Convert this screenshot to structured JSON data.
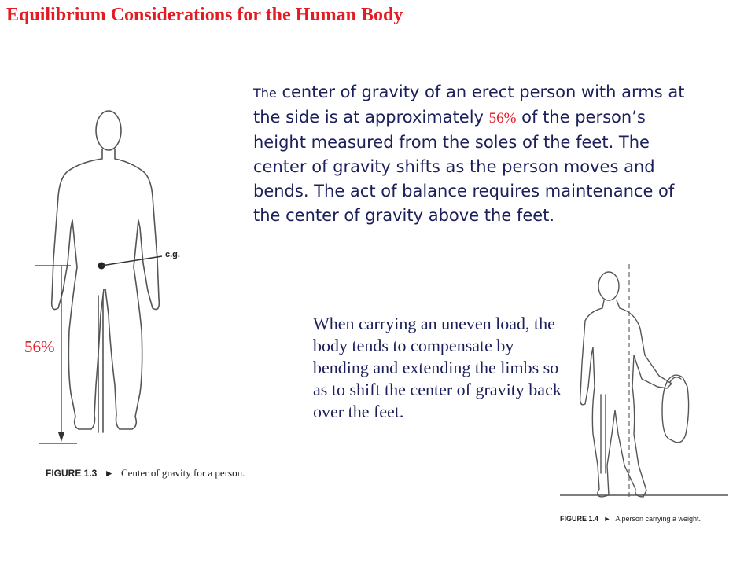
{
  "title": "Equilibrium Considerations for the Human Body",
  "paragraph1": {
    "lead": "The",
    "part1": " center of gravity of an erect person with arms at the side is at approximately ",
    "percent": "56%",
    "part2": " of the person’s height measured from the soles of the feet. The center of gravity shifts as the person moves and bends. The act of balance requires maintenance of the center of gravity above the feet."
  },
  "paragraph2": "When carrying an uneven load, the body tends to compensate by bending and extending the limbs so as to shift the center of gravity back over the feet.",
  "figure1": {
    "percent_label": "56%",
    "cg_label": "c.g.",
    "caption_number": "FIGURE 1.3",
    "caption_text": "Center of gravity for a person."
  },
  "figure2": {
    "caption_number": "FIGURE 1.4",
    "caption_text": "A person carrying a weight."
  },
  "colors": {
    "title": "#e31b23",
    "body_text": "#1b1f5a",
    "accent_percent": "#e31b23",
    "figure_line": "#555555"
  }
}
